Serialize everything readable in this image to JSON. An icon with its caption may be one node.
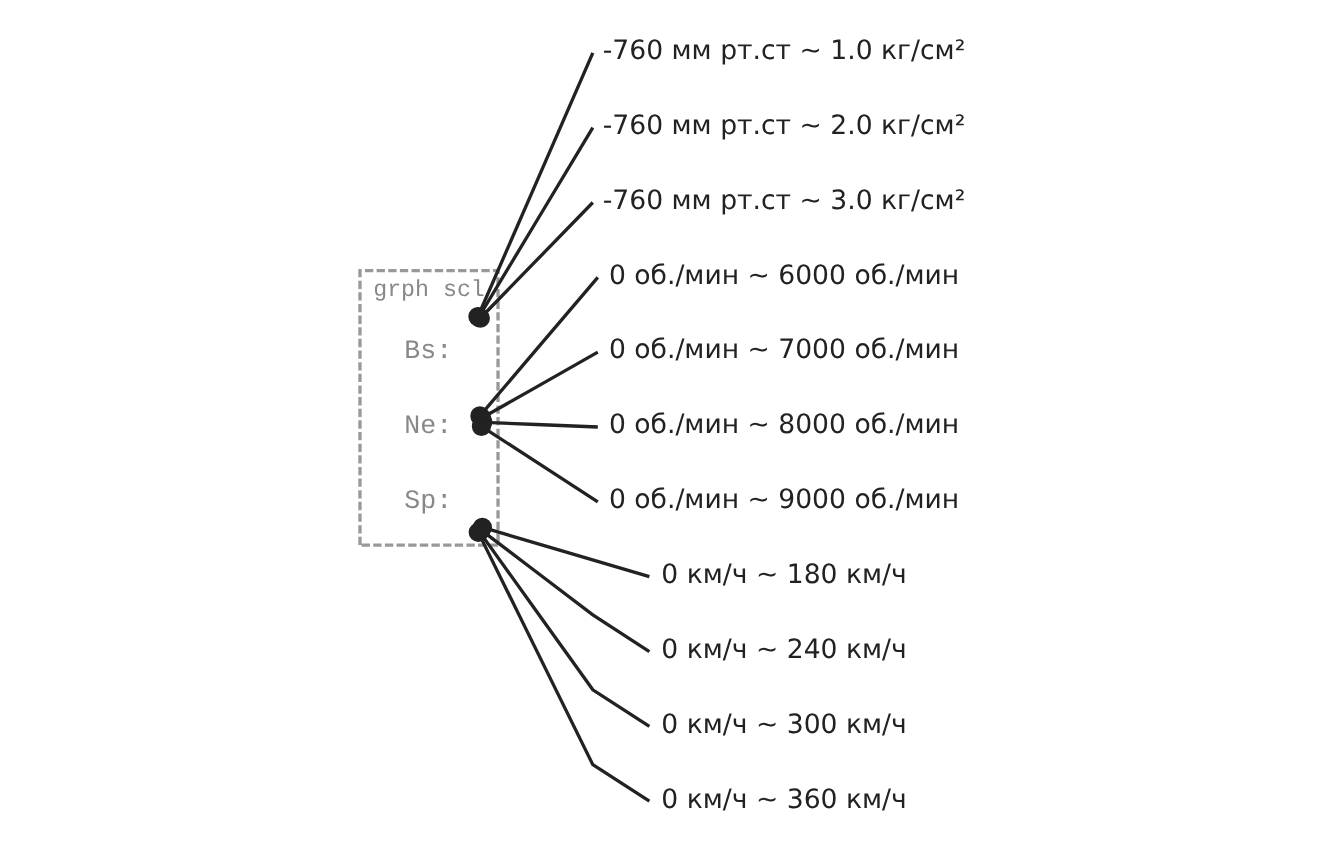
{
  "diagram": {
    "nodes": [
      {
        "text": [
          "grph scl"
        ]
      },
      {
        "text": [
          "Bs:"
        ],
        "in": 0
      },
      {
        "text": [
          "Ne:"
        ],
        "in": 0
      },
      {
        "text": [
          "Sp:"
        ],
        "in": 0
      },
      {
        "text": [
          "-760 мм рт.ст ~ 1.0 кг/см²"
        ]
      },
      {
        "text": [
          "-760 мм рт.ст ~ 2.0 кг/см²"
        ]
      },
      {
        "text": [
          "-760 мм рт.ст ~ 3.0 кг/см²"
        ]
      },
      {
        "text": [
          "0 об./мин ~ 6000 об./мин"
        ]
      },
      {
        "text": [
          "0 об./мин ~ 7000 об./мин"
        ]
      },
      {
        "text": [
          "0 об./мин ~ 8000 об./мин"
        ]
      },
      {
        "text": [
          "0 об./мин ~ 9000 об./мин"
        ]
      },
      {
        "text": [
          "0 км/ч ~ 180 км/ч"
        ]
      },
      {
        "text": [
          "0 км/ч ~ 240 км/ч"
        ]
      },
      {
        "text": [
          "0 км/ч ~ 300 км/ч"
        ]
      },
      {
        "text": [
          "0 км/ч ~ 360 км/ч"
        ]
      }
    ],
    "edges": [
      {
        "from": 1,
        "to": 4,
        "arrow": "other"
      },
      {
        "from": 1,
        "to": 5,
        "arrow": "other"
      },
      {
        "from": 1,
        "to": 6,
        "arrow": "other"
      },
      {
        "from": 2,
        "to": 7,
        "arrow": "other"
      },
      {
        "from": 2,
        "to": 8,
        "arrow": "other"
      },
      {
        "from": 2,
        "to": 9,
        "arrow": "other"
      },
      {
        "from": 2,
        "to": 10,
        "arrow": "other"
      },
      {
        "from": 3,
        "to": 11,
        "arrow": "other"
      },
      {
        "from": 3,
        "to": 12,
        "arrow": "other"
      },
      {
        "from": 3,
        "to": 13,
        "arrow": "other"
      },
      {
        "from": 3,
        "to": 14,
        "arrow": "other"
      }
    ]
  }
}
